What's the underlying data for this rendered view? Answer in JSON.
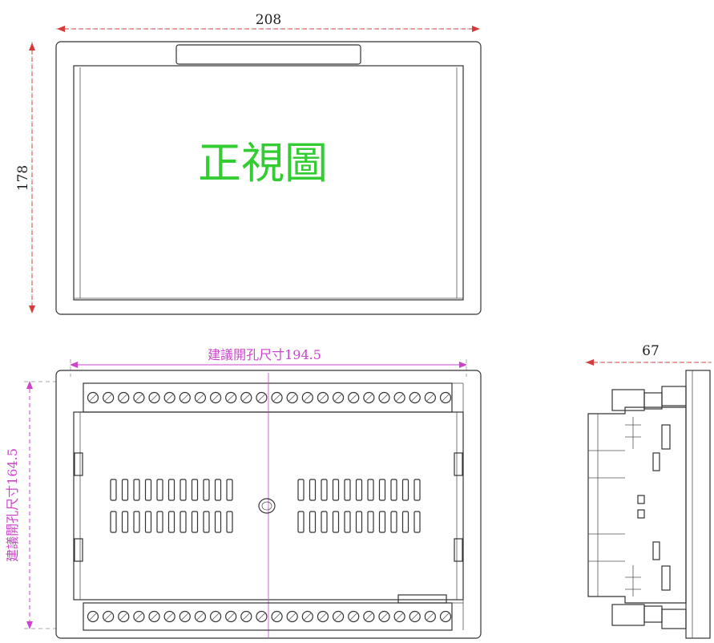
{
  "front_view": {
    "title": "正視圖",
    "width_label": "208",
    "height_label": "178"
  },
  "rear_view": {
    "cutout_width_label": "建議開孔尺寸194.5",
    "cutout_height_label": "建議開孔尺寸164.5",
    "terminals_per_row": 24
  },
  "side_view": {
    "depth_label": "67"
  },
  "colors": {
    "outline": "#333333",
    "dimension_red": "#d43b3b",
    "dimension_magenta": "#cc44cc",
    "title_green": "#33cc33"
  }
}
